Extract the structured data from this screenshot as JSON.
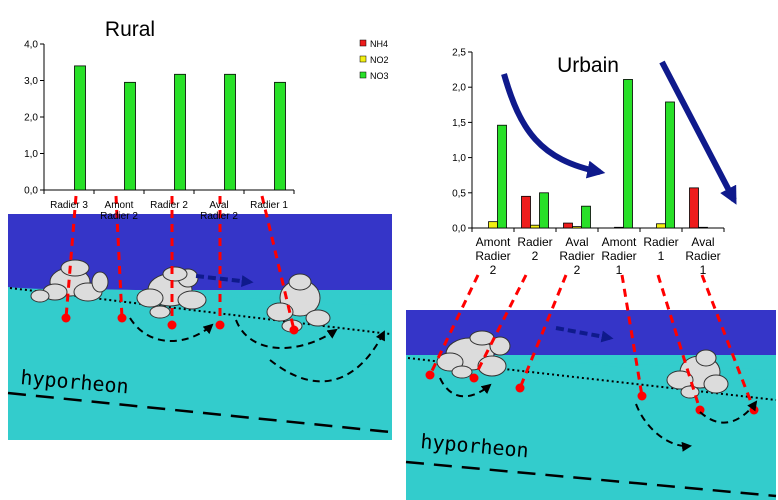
{
  "colors": {
    "nh4": "#ee1c1c",
    "no2": "#f2ef12",
    "no3": "#28e028",
    "river": "#3535c8",
    "sediment": "#33cccc",
    "flow_arrow": "#0f1a8c",
    "probe": "#ff0000"
  },
  "legend": {
    "nh4": "NH4",
    "no2": "NO2",
    "no3": "NO3"
  },
  "hyporheon_label": "hyporheon",
  "chart_data": [
    {
      "type": "bar",
      "title": "Rural",
      "categories": [
        "Radier 3",
        "Amont\nRadier 2",
        "Radier 2",
        "Aval\nRadier 2",
        "Radier 1"
      ],
      "series": [
        {
          "name": "NH4",
          "values": [
            0,
            0,
            0,
            0,
            0
          ]
        },
        {
          "name": "NO2",
          "values": [
            0,
            0,
            0,
            0,
            0
          ]
        },
        {
          "name": "NO3",
          "values": [
            3.4,
            2.95,
            3.17,
            3.17,
            2.95
          ]
        }
      ],
      "ylim": [
        0,
        4
      ],
      "yticks": [
        "0,0",
        "1,0",
        "2,0",
        "3,0",
        "4,0"
      ],
      "xlabel": "",
      "ylabel": "",
      "legend": "right"
    },
    {
      "type": "bar",
      "title": "Urbain",
      "categories": [
        "Amont\nRadier\n2",
        "Radier\n2",
        "Aval\nRadier\n2",
        "Amont\nRadier\n1",
        "Radier\n1",
        "Aval\nRadier\n1"
      ],
      "series": [
        {
          "name": "NH4",
          "values": [
            0.0,
            0.45,
            0.07,
            0.0,
            0.0,
            0.57
          ]
        },
        {
          "name": "NO2",
          "values": [
            0.09,
            0.04,
            0.02,
            0.01,
            0.06,
            0.01
          ]
        },
        {
          "name": "NO3",
          "values": [
            1.46,
            0.5,
            0.31,
            2.11,
            1.79,
            0.0
          ]
        }
      ],
      "ylim": [
        0,
        2.5
      ],
      "yticks": [
        "0,0",
        "0,5",
        "1,0",
        "1,5",
        "2,0",
        "2,5"
      ],
      "xlabel": "",
      "ylabel": ""
    }
  ]
}
